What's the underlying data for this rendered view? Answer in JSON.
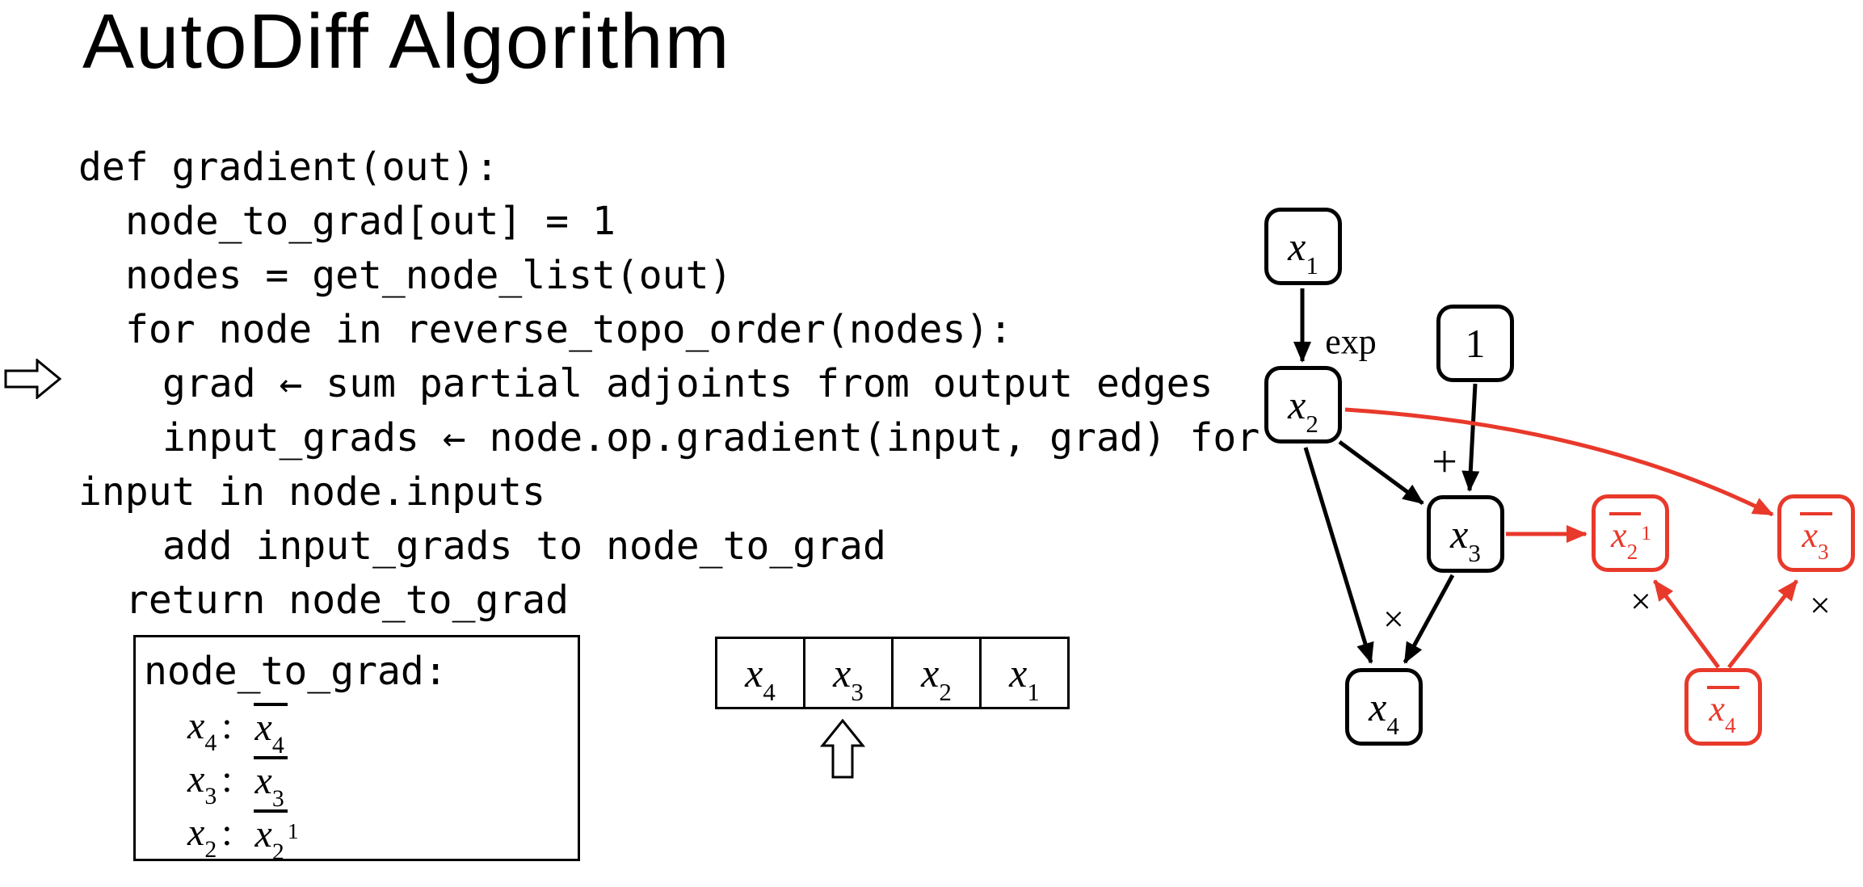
{
  "title": "AutoDiff Algorithm",
  "code": {
    "lines": [
      {
        "text": "def gradient(out):"
      },
      {
        "text": "node_to_grad[out] = 1"
      },
      {
        "text": "nodes = get_node_list(out)"
      },
      {
        "text": "for node in reverse_topo_order(nodes):"
      },
      {
        "text": "grad ← sum partial adjoints from output edges"
      },
      {
        "text": "input_grads ← node.op.gradient(input, grad) for"
      },
      {
        "text": "input in node.inputs"
      },
      {
        "text": "add input_grads to node_to_grad"
      },
      {
        "text": "return node_to_grad"
      }
    ]
  },
  "memo": {
    "label": "node_to_grad:",
    "colon": ":",
    "entries": [
      {
        "var_base": "x",
        "var_sub": "4",
        "grad_base": "x",
        "grad_sub": "4",
        "grad_sup": ""
      },
      {
        "var_base": "x",
        "var_sub": "3",
        "grad_base": "x",
        "grad_sub": "3",
        "grad_sup": ""
      },
      {
        "var_base": "x",
        "var_sub": "2",
        "grad_base": "x",
        "grad_sub": "2",
        "grad_sup": "1"
      }
    ]
  },
  "tape": {
    "cells": [
      {
        "base": "x",
        "sub": "4"
      },
      {
        "base": "x",
        "sub": "3"
      },
      {
        "base": "x",
        "sub": "2"
      },
      {
        "base": "x",
        "sub": "1"
      }
    ]
  },
  "graph": {
    "nodes": {
      "x1": {
        "base": "x",
        "sub": "1"
      },
      "x2": {
        "base": "x",
        "sub": "2"
      },
      "one": {
        "label": "1"
      },
      "x3": {
        "base": "x",
        "sub": "3"
      },
      "x4": {
        "base": "x",
        "sub": "4"
      },
      "xbar2": {
        "base": "x",
        "sub": "2",
        "sup": "1"
      },
      "xbar3": {
        "base": "x",
        "sub": "3",
        "sup": ""
      },
      "xbar4": {
        "base": "x",
        "sub": "4",
        "sup": ""
      }
    },
    "edge_labels": {
      "exp": "exp",
      "plus": "+",
      "times1": "×",
      "times2": "×",
      "times3": "×"
    }
  },
  "colors": {
    "red": "#e8392b",
    "black": "#000000"
  }
}
